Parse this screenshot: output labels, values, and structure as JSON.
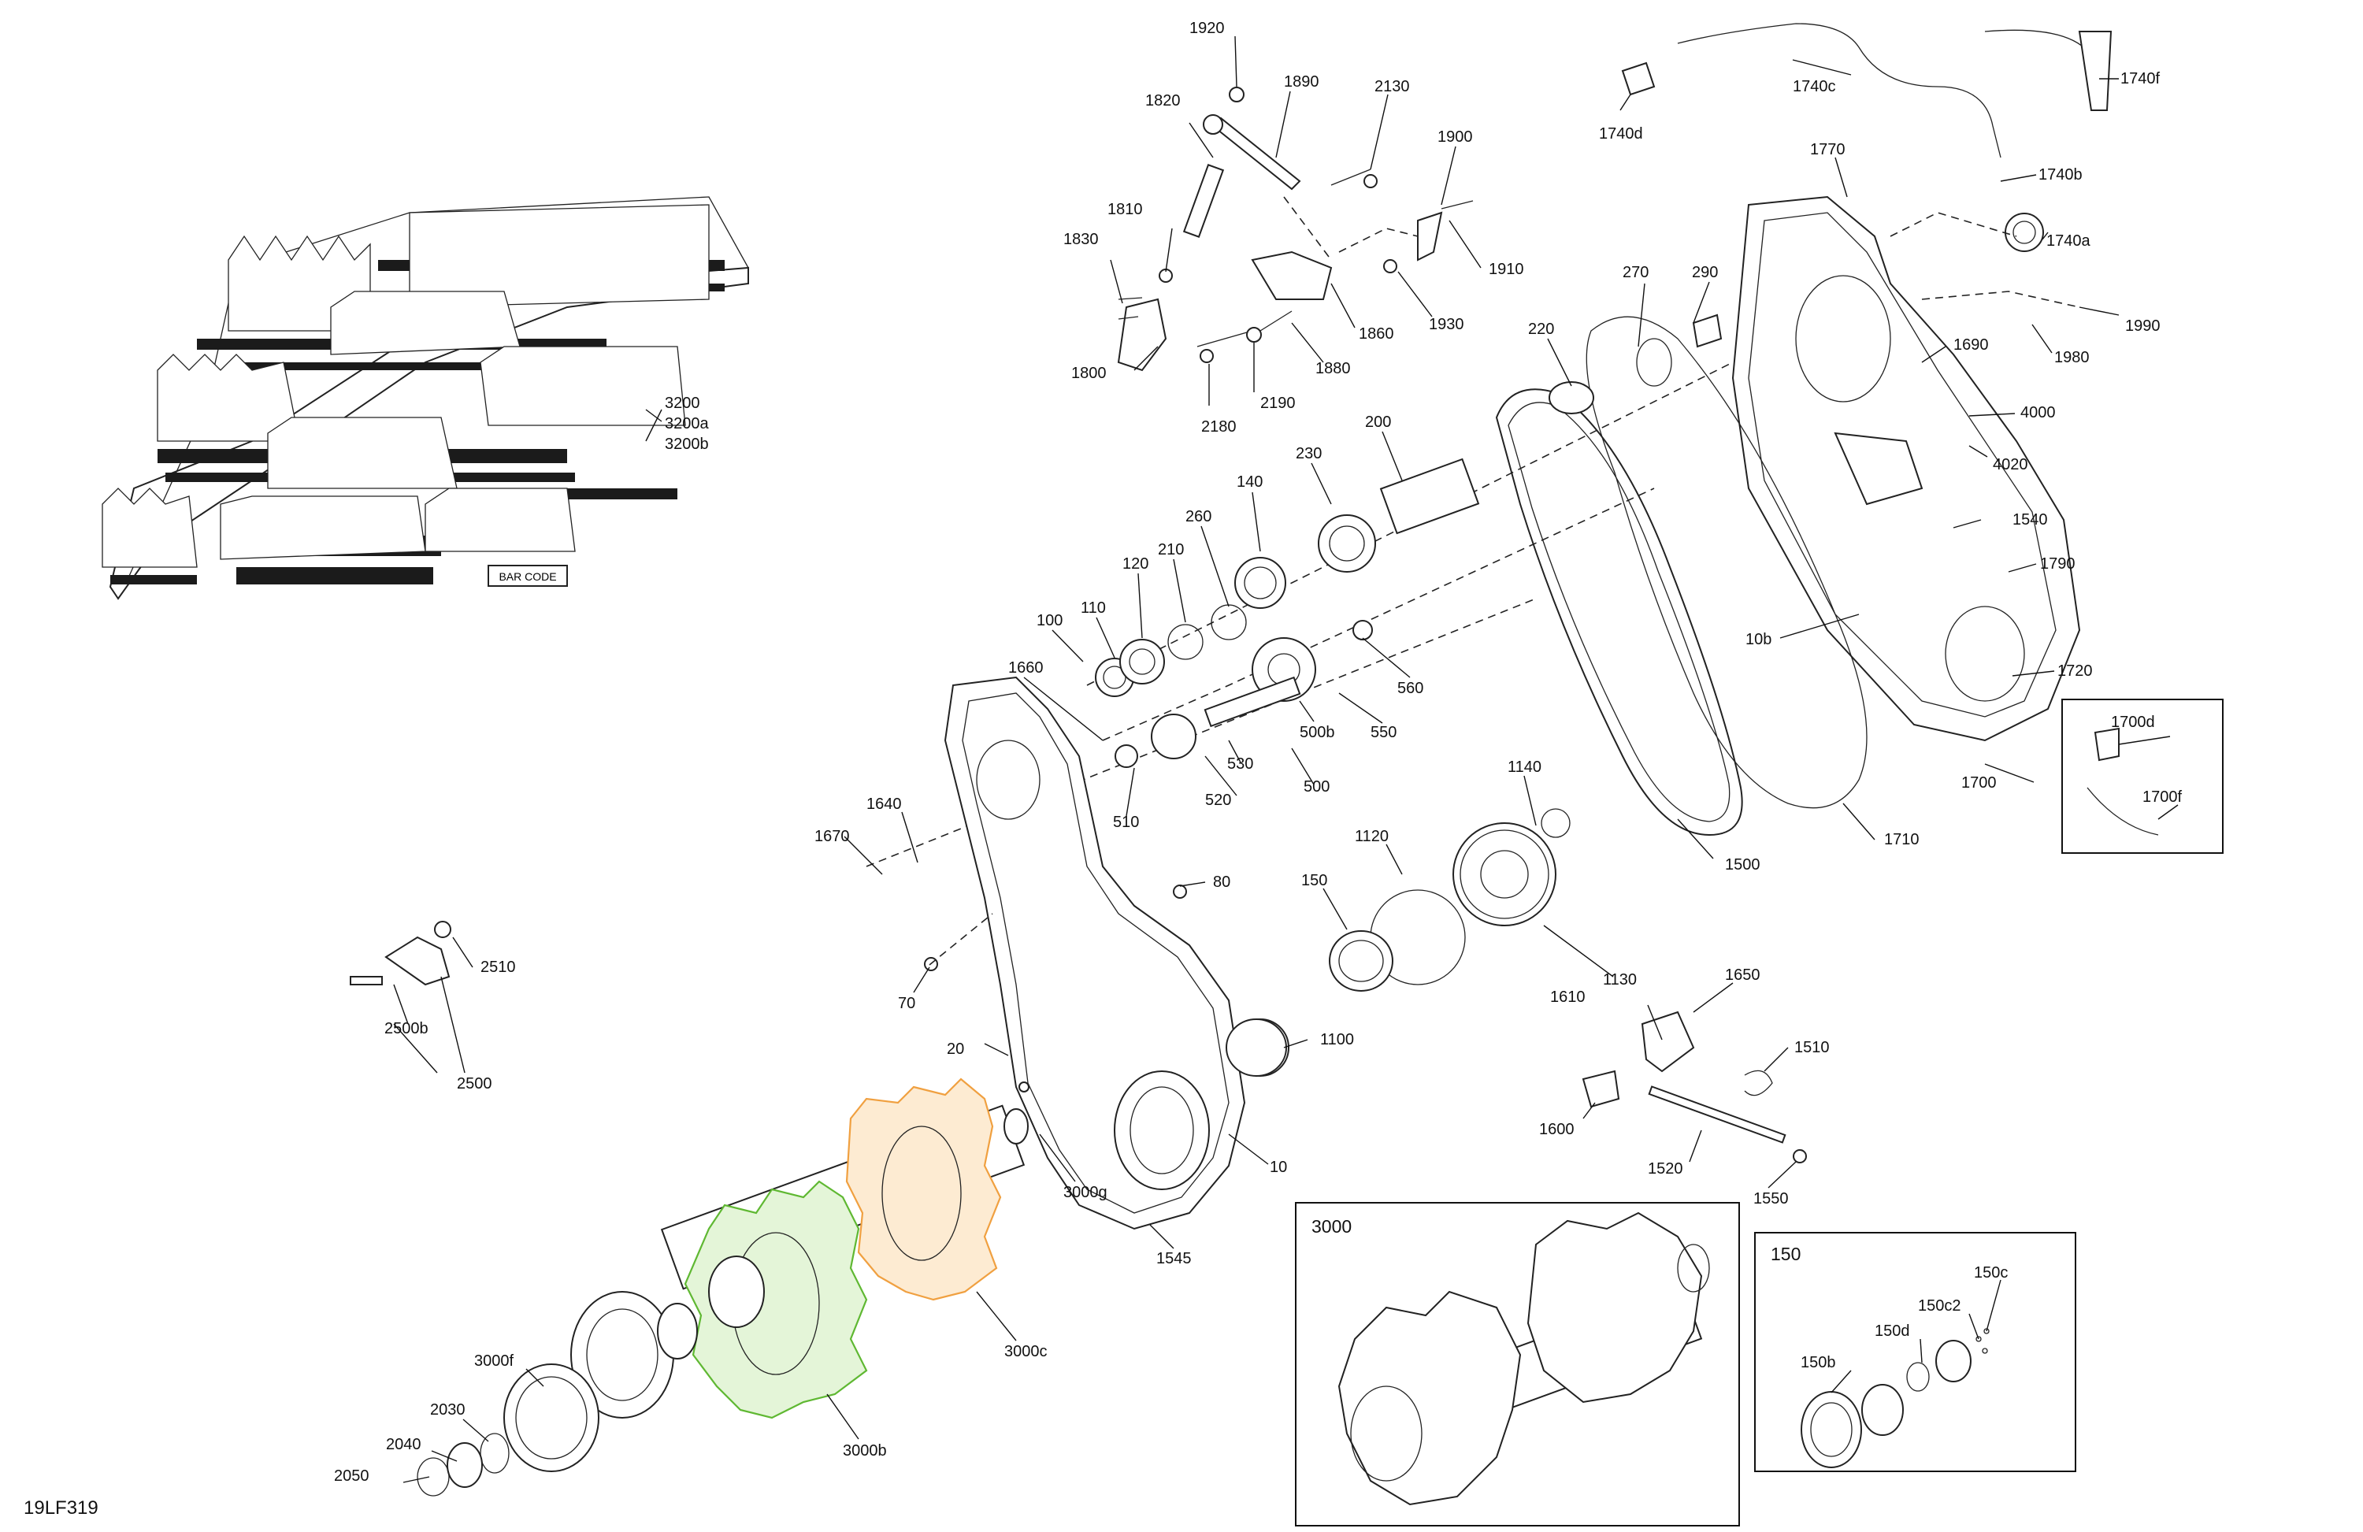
{
  "diagram_code": "19LF319",
  "insets": {
    "drive_axle": {
      "title": "3000"
    },
    "bearing": {
      "title": "150"
    }
  },
  "callouts": {
    "c1920": "1920",
    "c1890": "1890",
    "c2130": "2130",
    "c1820": "1820",
    "c1900": "1900",
    "c1810": "1810",
    "c1830": "1830",
    "c1910": "1910",
    "c1860": "1860",
    "c1930": "1930",
    "c1800": "1800",
    "c1880": "1880",
    "c2180": "2180",
    "c2190": "2190",
    "c1740c": "1740c",
    "c1740f": "1740f",
    "c1740d": "1740d",
    "c1770": "1770",
    "c1740b": "1740b",
    "c1740a": "1740a",
    "c1990": "1990",
    "c1980": "1980",
    "c1690": "1690",
    "c4000": "4000",
    "c4020": "4020",
    "c1540": "1540",
    "c1790": "1790",
    "c1720": "1720",
    "c1700d": "1700d",
    "c1700f": "1700f",
    "c1700": "1700",
    "c10b": "10b",
    "c270": "270",
    "c290": "290",
    "c220": "220",
    "c200": "200",
    "c230": "230",
    "c140": "140",
    "c260": "260",
    "c210": "210",
    "c120": "120",
    "c110": "110",
    "c100": "100",
    "c560": "560",
    "c550": "550",
    "c500b": "500b",
    "c500": "500",
    "c530": "530",
    "c520": "520",
    "c510": "510",
    "c1660": "1660",
    "c1500": "1500",
    "c1710": "1710",
    "c1140": "1140",
    "c1120": "1120",
    "c1130": "1130",
    "c150": "150",
    "c1640": "1640",
    "c1670": "1670",
    "c80": "80",
    "c70": "70",
    "c2510": "2510",
    "c2500b": "2500b",
    "c2500": "2500",
    "c1650": "1650",
    "c1610": "1610",
    "c1510": "1510",
    "c1600": "1600",
    "c1520": "1520",
    "c1550": "1550",
    "c1100": "1100",
    "c20": "20",
    "c10": "10",
    "c3000g": "3000g",
    "c1545": "1545",
    "c3000c": "3000c",
    "c3000b": "3000b",
    "c3000f": "3000f",
    "c2030": "2030",
    "c2040": "2040",
    "c2050": "2050",
    "c3200": "3200",
    "c3200a": "3200a",
    "c3200b": "3200b",
    "c150c": "150c",
    "c150c2": "150c2",
    "c150d": "150d",
    "c150b": "150b"
  },
  "track_label": "BAR CODE",
  "colors": {
    "highlight_green": "#5fb832",
    "highlight_orange": "#f0a040",
    "line": "#222222"
  }
}
